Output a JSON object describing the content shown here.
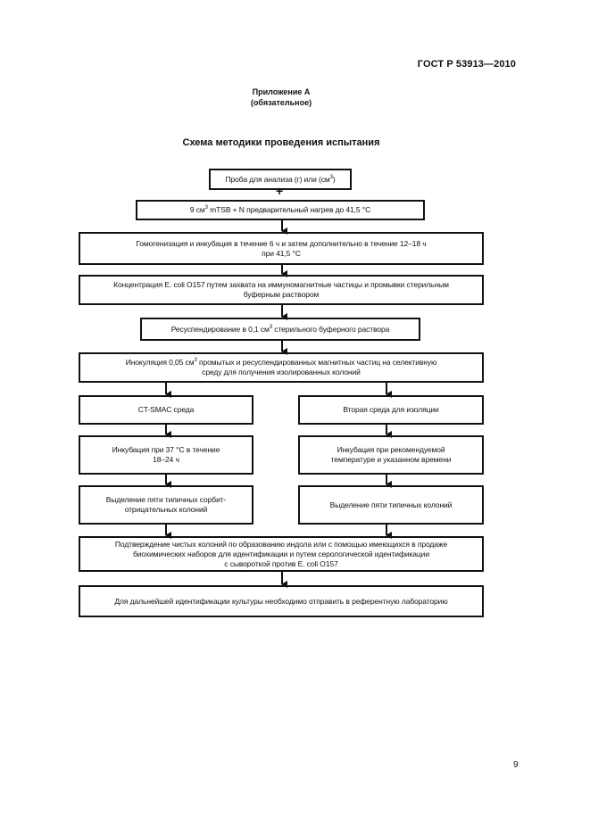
{
  "header": {
    "standard": "ГОСТ Р 53913—2010"
  },
  "annex": {
    "title": "Приложение А",
    "status": "(обязательное)"
  },
  "scheme_title": "Схема методики проведения испытания",
  "plus_sign": "+",
  "flow": {
    "sample": "Пробa для анализа (г) или (см",
    "sample_tail": ")",
    "medium_pre": "9 см",
    "medium_post": " mTSB + N предварительный нагрев до 41,5 °С",
    "homogenize_1": "Гомогенизация и инкубация в течение 6 ч и затем дополнительно в течение 12–18 ч",
    "homogenize_2": "при 41,5 °С",
    "concentrate_1": "Концентрация E. coli O157 путем захвата на иммуномагнитные частицы и промывки стерильным",
    "concentrate_2": "буферным раствором",
    "resuspend_pre": "Ресуспендирование в 0,1 см",
    "resuspend_post": " стерильного буферного раствора",
    "inoculate_1_pre": "Инокуляция 0,05 см",
    "inoculate_1_post": " промытых и ресуспендированных магнитных частиц на селективную",
    "inoculate_2": "среду для получения изолированных колоний",
    "left_medium": "CT-SMAC среда",
    "right_medium": "Вторая среда для изоляции",
    "left_incubation_1": "Инкубация при 37 °С в течение",
    "left_incubation_2": "18–24 ч",
    "right_incubation_1": "Инкубация при рекомендуемой",
    "right_incubation_2": "температуре и указанном времени",
    "left_select_1": "Выделение пяти типичных сорбит-",
    "left_select_2": "отрицательных колоний",
    "right_select": "Выделение пяти типичных колоний",
    "confirm_1": "Подтверждение чистых колоний по образованию индола или с помощью имеющихся в продаже",
    "confirm_2": "биохимических наборов для идентификации и путем серологической идентификации",
    "confirm_3": "с сывороткой против E. coli O157",
    "final": "Для дальнейшей идентификации культуры необходимо отправить в референтную лабораторию",
    "sup3": "3"
  },
  "page_number": "9"
}
